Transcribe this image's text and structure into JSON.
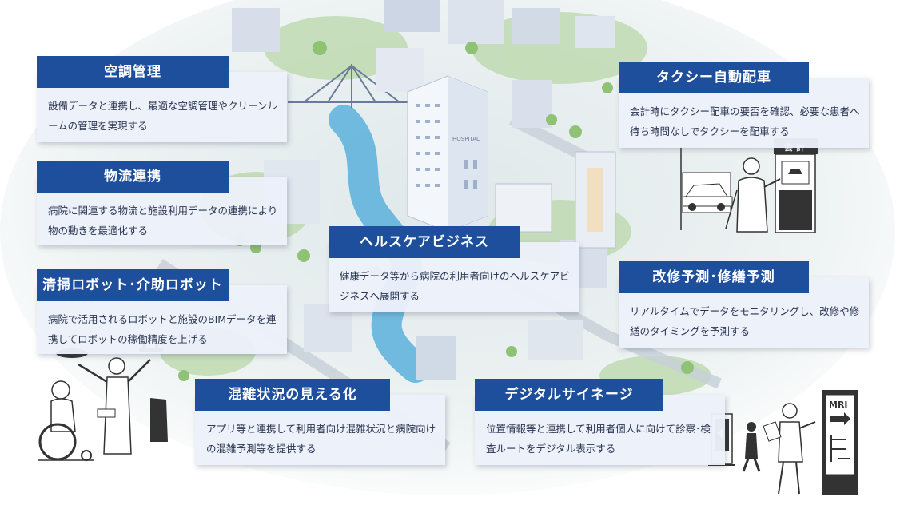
{
  "cards": {
    "hvac": {
      "title": "空調管理",
      "body": "設備データと連携し、最適な空調管理やクリーンルームの管理を実現する"
    },
    "logistics": {
      "title": "物流連携",
      "body": "病院に関連する物流と施設利用データの連携により物の動きを最適化する"
    },
    "robot": {
      "title": "清掃ロボット･介助ロボット",
      "body": "病院で活用されるロボットと施設のBIMデータを連携してロボットの稼働精度を上げる"
    },
    "healthcare": {
      "title": "ヘルスケアビジネス",
      "body": "健康データ等から病院の利用者向けのヘルスケアビジネスへ展開する"
    },
    "taxi": {
      "title": "タクシー自動配車",
      "body": "会計時にタクシー配車の要否を確認、必要な患者へ待ち時間なしでタクシーを配車する"
    },
    "repair": {
      "title": "改修予測･修繕予測",
      "body": "リアルタイムでデータをモニタリングし、改修や修繕のタイミングを予測する"
    },
    "congestion": {
      "title": "混雑状況の見える化",
      "body": "アプリ等と連携して利用者向け混雑状況と病院向けの混雑予測等を提供する"
    },
    "signage": {
      "title": "デジタルサイネージ",
      "body": "位置情報等と連携して利用者個人に向けて診察･検査ルートをデジタル表示する"
    }
  },
  "illustration_text": {
    "hospital_sign": "HOSPITAL",
    "checkout_sign": "会 計",
    "mri_sign": "MRI"
  },
  "colors": {
    "title_bg": "#1e4f9c",
    "card_bg": "#ecf0fa",
    "body_text": "#2a3550"
  }
}
